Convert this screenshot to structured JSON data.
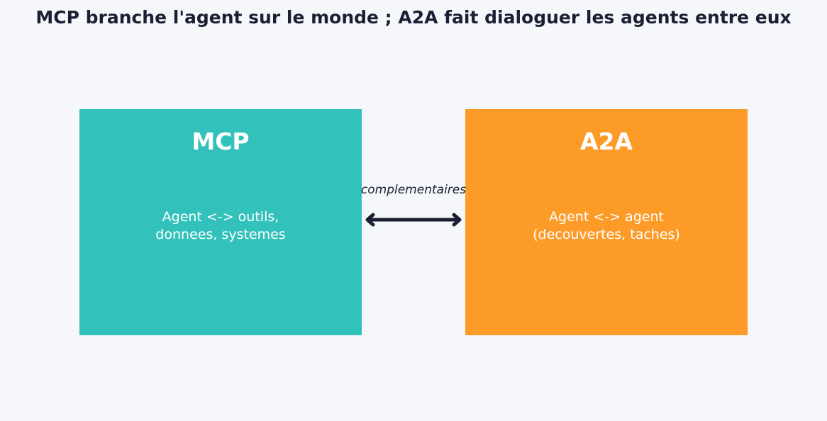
{
  "title": "MCP branche l'agent sur le monde ; A2A fait dialoguer les agents entre eux",
  "boxes": {
    "mcp": {
      "title": "MCP",
      "line1": "Agent <-> outils,",
      "line2": "donnees, systemes",
      "color": "#33c1bb"
    },
    "a2a": {
      "title": "A2A",
      "line1": "Agent <-> agent",
      "line2": "(decouvertes, taches)",
      "color": "#fd9b29"
    }
  },
  "connector": {
    "label": "complementaires",
    "type": "double-arrow",
    "color": "#1a2033"
  }
}
